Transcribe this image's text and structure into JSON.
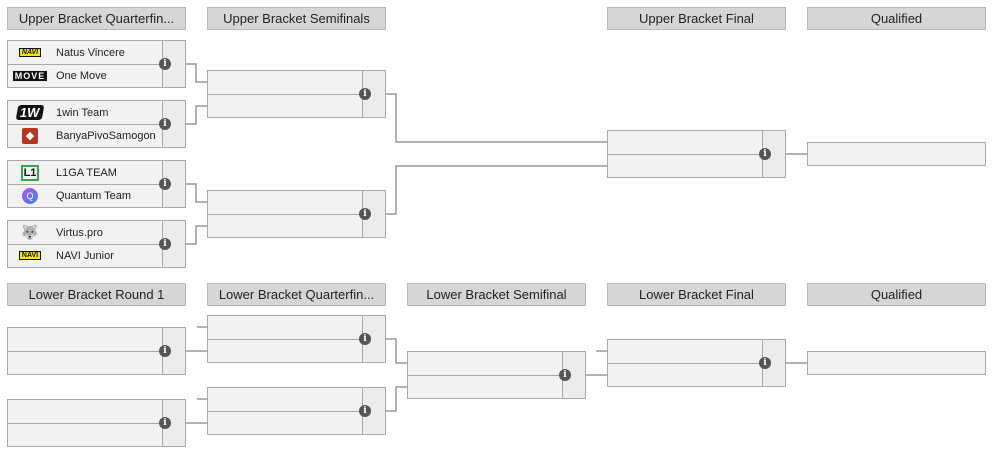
{
  "headers": {
    "ubqf": "Upper Bracket Quarterfin...",
    "ubsf": "Upper Bracket Semifinals",
    "ubf": "Upper Bracket Final",
    "ubq": "Qualified",
    "lbr1": "Lower Bracket Round 1",
    "lbqf": "Lower Bracket Quarterfin...",
    "lbsf": "Lower Bracket Semifinal",
    "lbf": "Lower Bracket Final",
    "lbq": "Qualified"
  },
  "teams": {
    "m1_top": "Natus Vincere",
    "m1_bot": "One Move",
    "m2_top": "1win Team",
    "m2_bot": "BanyaPivoSamogon",
    "m3_top": "L1GA TEAM",
    "m3_bot": "Quantum Team",
    "m4_top": "Virtus.pro",
    "m4_bot": "NAVI Junior"
  },
  "logos": {
    "navi": "NAVI",
    "move": "MOVE",
    "onewin": "1W",
    "dota": "◆",
    "l1": "L1",
    "quantum": "Q",
    "vp": "🐺",
    "navij": "NAVI"
  },
  "icons": {
    "info": "i"
  },
  "colors": {
    "header_bg": "#d6d6d6",
    "match_bg": "#f2f2f2",
    "line": "#999999",
    "info_icon": "#555555"
  }
}
